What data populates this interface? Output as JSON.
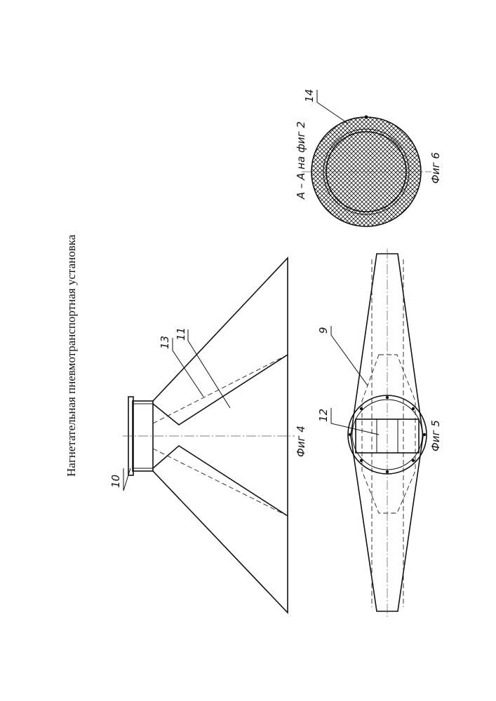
{
  "title": "Нагнетательная пневмотранспортная установка",
  "figures": {
    "fig4": {
      "caption": "Фиг 4",
      "callouts": [
        "10",
        "13",
        "11"
      ]
    },
    "fig5": {
      "caption": "Фиг 5",
      "callouts": [
        "9",
        "12"
      ]
    },
    "fig6": {
      "caption": "Фиг 6",
      "section_label": "А – А на фиг 2",
      "callouts": [
        "14"
      ]
    }
  }
}
